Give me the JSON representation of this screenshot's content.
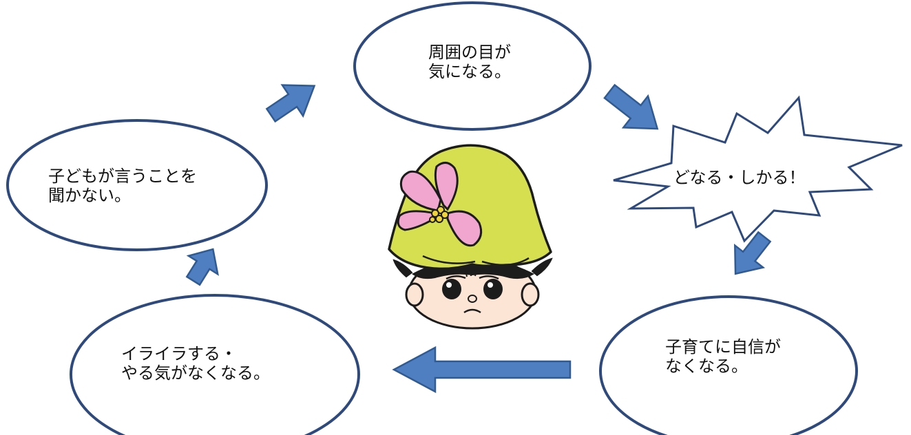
{
  "colors": {
    "arrow_fill": "#4f7fc0",
    "arrow_stroke": "#2f5a92",
    "outline": "#2e4a7d",
    "hat": "#d6df4f",
    "flower_petal": "#f1a6cf",
    "flower_center": "#f0d23a",
    "skin": "#fde5d5"
  },
  "cycle": {
    "node_top": {
      "lines": [
        "周囲の目が",
        "気になる。"
      ]
    },
    "node_burst": {
      "lines": [
        "どなる・しかる！"
      ]
    },
    "node_bottom_right": {
      "lines": [
        "子育てに自信が",
        "なくなる。"
      ]
    },
    "node_bottom_left": {
      "lines": [
        "イライラする・",
        "やる気がなくなる。"
      ]
    },
    "node_left": {
      "lines": [
        "子どもが言うことを",
        "聞かない。"
      ]
    }
  },
  "character": {
    "icon": "worried-girl-flower-hat-icon"
  }
}
